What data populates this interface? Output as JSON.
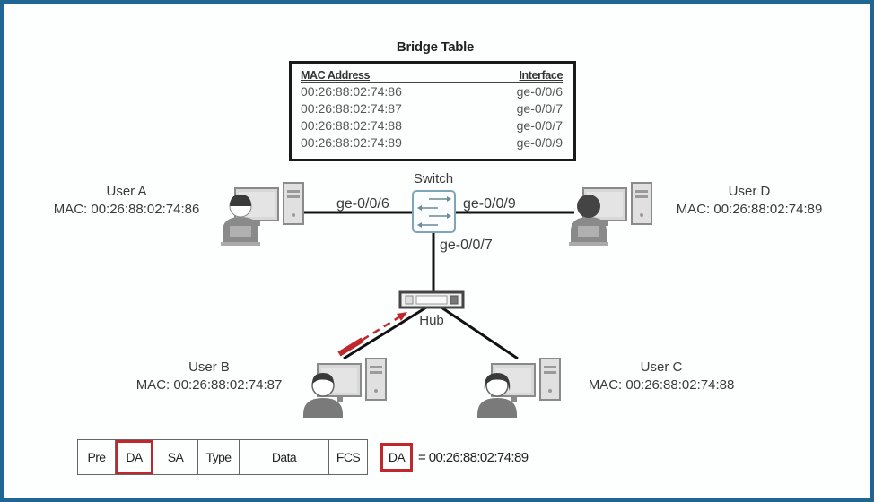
{
  "bridge_table": {
    "title": "Bridge Table",
    "headers": [
      "MAC Address",
      "Interface"
    ],
    "rows": [
      {
        "mac": "00:26:88:02:74:86",
        "interface": "ge-0/0/6"
      },
      {
        "mac": "00:26:88:02:74:87",
        "interface": "ge-0/0/7"
      },
      {
        "mac": "00:26:88:02:74:88",
        "interface": "ge-0/0/7"
      },
      {
        "mac": "00:26:88:02:74:89",
        "interface": "ge-0/0/9"
      }
    ]
  },
  "switch": {
    "label": "Switch",
    "ports": {
      "left": "ge-0/0/6",
      "right": "ge-0/0/9",
      "down": "ge-0/0/7"
    }
  },
  "hub": {
    "label": "Hub"
  },
  "users": {
    "a": {
      "name": "User A",
      "mac": "MAC: 00:26:88:02:74:86"
    },
    "b": {
      "name": "User B",
      "mac": "MAC: 00:26:88:02:74:87"
    },
    "c": {
      "name": "User C",
      "mac": "MAC: 00:26:88:02:74:88"
    },
    "d": {
      "name": "User D",
      "mac": "MAC: 00:26:88:02:74:89"
    }
  },
  "ethernet_frame": {
    "fields": [
      "Pre",
      "DA",
      "SA",
      "Type",
      "Data",
      "FCS"
    ],
    "highlighted_field": "DA"
  },
  "legend": {
    "field": "DA",
    "equals": "= 00:26:88:02:74:89"
  },
  "colors": {
    "border": "#1f6695",
    "highlight": "#c0282d",
    "icon_gray": "#8a8a8a",
    "switch_border": "#7fa6b8"
  }
}
